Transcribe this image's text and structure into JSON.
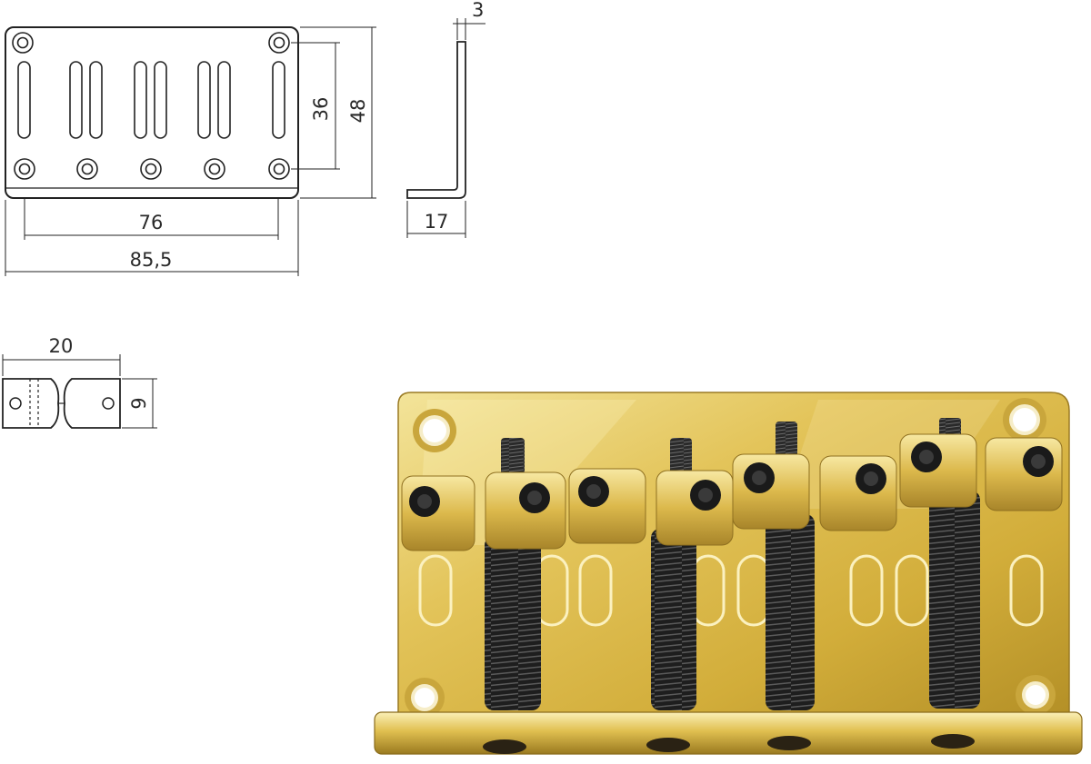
{
  "drawing": {
    "plate": {
      "hole_spacing_width": "76",
      "overall_width": "85,5",
      "hole_spacing_height": "36",
      "overall_height": "48"
    },
    "profile": {
      "thickness": "3",
      "depth": "17"
    },
    "saddle": {
      "length": "20",
      "height": "9"
    }
  },
  "photo": {
    "subject": "gold-4-string-bass-bridge",
    "colors": {
      "plate_gold": "#d9b53a",
      "plate_highlight": "#f4e6a0",
      "plate_shadow": "#a8862a",
      "spring_black": "#1f1f1f",
      "screw_black": "#161616"
    }
  }
}
